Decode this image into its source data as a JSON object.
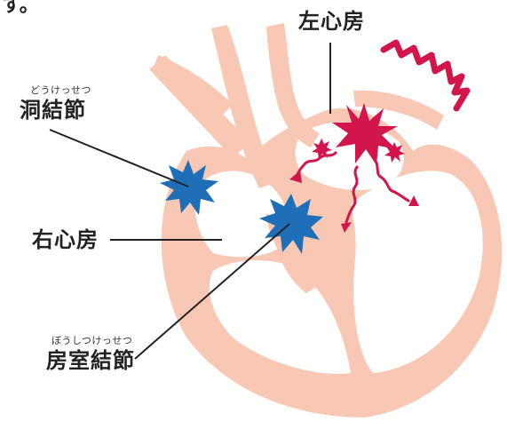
{
  "top_fragment": "す。",
  "labels": {
    "left_atrium": "左心房",
    "sa_node_reading": "どうけっせつ",
    "sa_node": "洞結節",
    "right_atrium": "右心房",
    "av_node_reading": "ぼうしつけっせつ",
    "av_node": "房室結節"
  },
  "colors": {
    "heart_tissue": "#f8c8b4",
    "node_star": "#1e6fb8",
    "signal": "#d2154a",
    "leader_line": "#222222"
  },
  "icons": {
    "sa_node_marker": "star-burst-icon",
    "av_node_marker": "star-burst-icon",
    "signal_origin": "star-burst-icon",
    "excitation": "zigzag-wave-icon",
    "conduction": "wavy-arrow-icon"
  }
}
